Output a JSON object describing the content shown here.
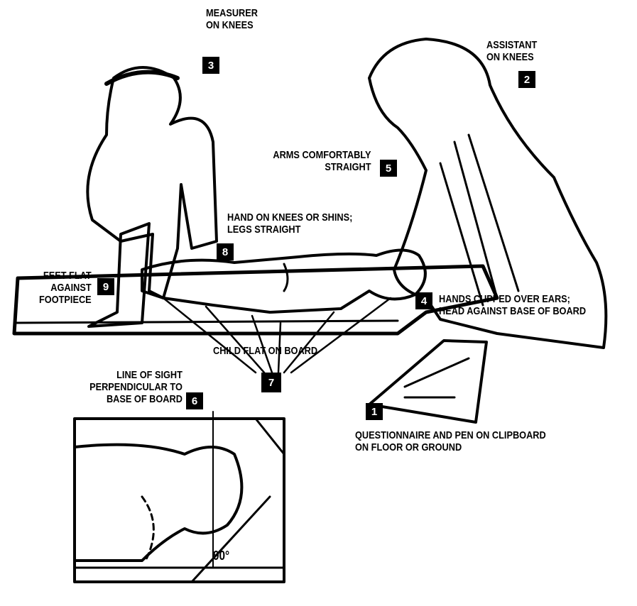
{
  "labels": {
    "measurer": [
      "MEASURER",
      "ON KNEES"
    ],
    "assistant": [
      "ASSISTANT",
      "ON KNEES"
    ],
    "arms": [
      "ARMS COMFORTABLY",
      "STRAIGHT"
    ],
    "hand": [
      "HAND ON KNEES OR SHINS;",
      "LEGS STRAIGHT"
    ],
    "feet": [
      "FEET FLAT",
      "AGAINST",
      "FOOTPIECE"
    ],
    "hands_cupped": [
      "HANDS CUPPED OVER EARS;",
      "HEAD AGAINST BASE OF BOARD"
    ],
    "child": "CHILD FLAT ON BOARD",
    "sight": [
      "LINE OF SIGHT",
      "PERPENDICULAR TO",
      "BASE OF BOARD"
    ],
    "questionnaire": [
      "QUESTIONNAIRE AND PEN ON CLIPBOARD",
      "ON FLOOR OR GROUND"
    ],
    "angle": "90°"
  },
  "badges": {
    "b1": "1",
    "b2": "2",
    "b3": "3",
    "b4": "4",
    "b5": "5",
    "b6": "6",
    "b7": "7",
    "b8": "8",
    "b9": "9"
  }
}
